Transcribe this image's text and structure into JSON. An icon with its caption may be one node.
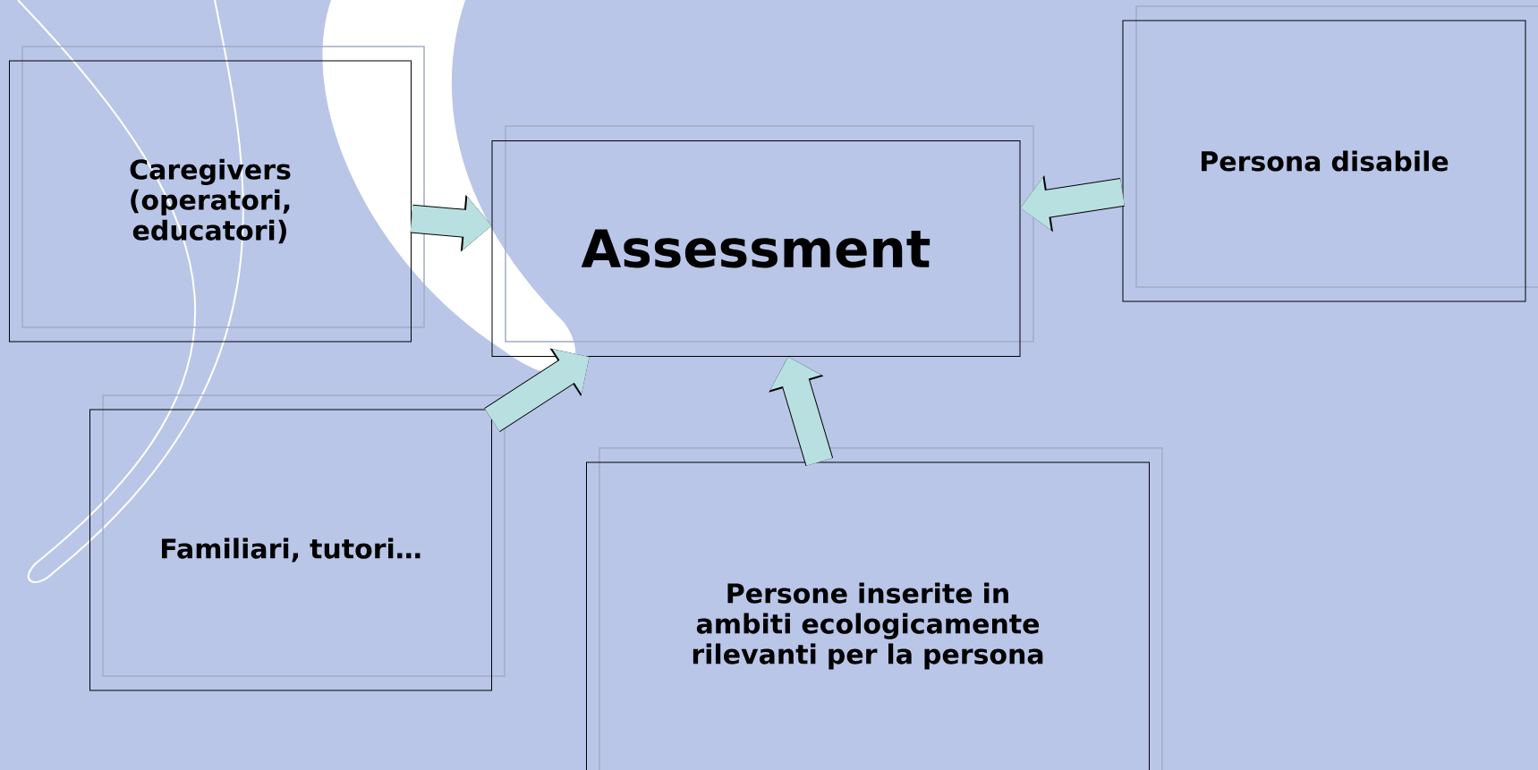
{
  "diagram": {
    "nodes": [
      {
        "text": [
          "Caregivers (operatori, educatori)"
        ]
      },
      {
        "text": [
          "Assessment"
        ]
      },
      {
        "text": [
          "Persona disabile"
        ]
      },
      {
        "text": [
          "Familiari, tutori…"
        ]
      },
      {
        "text": [
          "Persone inserite in ambiti ecologicamente rilevanti per la persona"
        ]
      }
    ],
    "edges": [
      {
        "from": 0,
        "to": 1,
        "arrow": "to"
      },
      {
        "from": 3,
        "to": 1,
        "arrow": "to"
      },
      {
        "from": 2,
        "to": 1,
        "arrow": "to"
      },
      {
        "from": 4,
        "to": 1,
        "arrow": "to"
      }
    ]
  }
}
